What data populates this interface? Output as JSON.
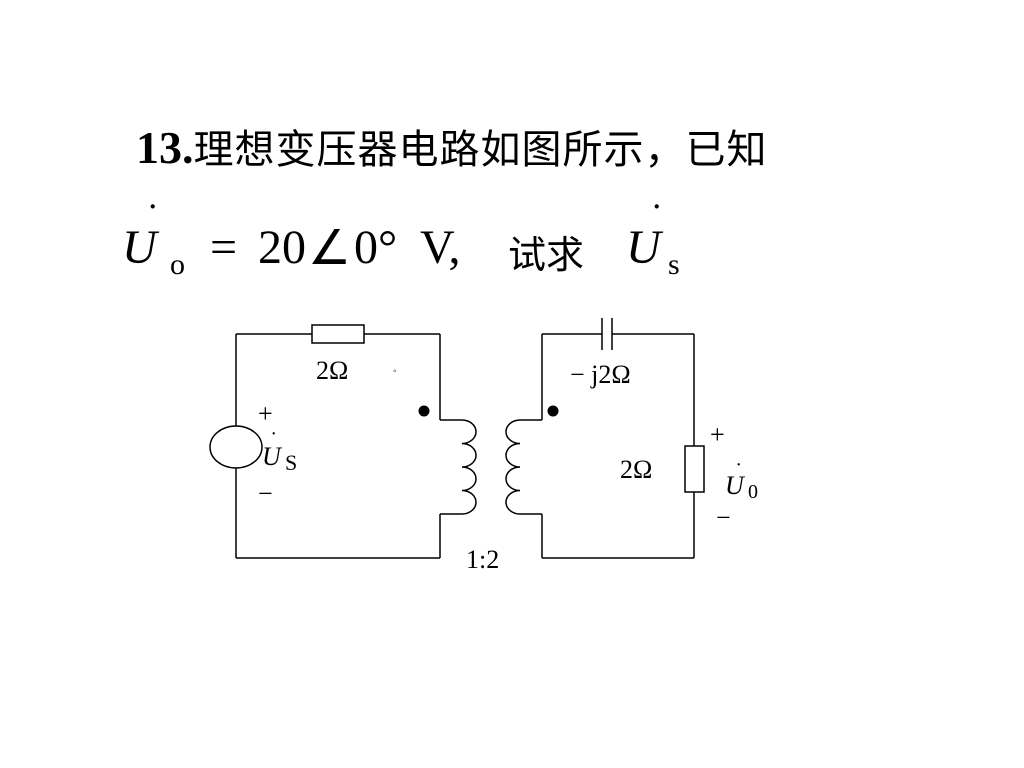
{
  "problem": {
    "number": "13.",
    "statement": "理想变压器电路如图所示，已知"
  },
  "given": {
    "var": "U",
    "sub_o": "o",
    "equals": "=",
    "magnitude": "20",
    "angle_symbol": "∠",
    "angle": "0°",
    "unit": "V,",
    "ask": "试求",
    "ask_var": "U",
    "ask_sub": "s"
  },
  "circuit": {
    "source_plus": "+",
    "source_minus": "−",
    "source_var": "U",
    "source_sub": "S",
    "resistor_primary": "2Ω",
    "small_mark": "◦",
    "capacitor": "− j2Ω",
    "resistor_load": "2Ω",
    "out_plus": "+",
    "out_minus": "−",
    "out_var": "U",
    "out_sub": "0",
    "ratio": "1:2"
  }
}
